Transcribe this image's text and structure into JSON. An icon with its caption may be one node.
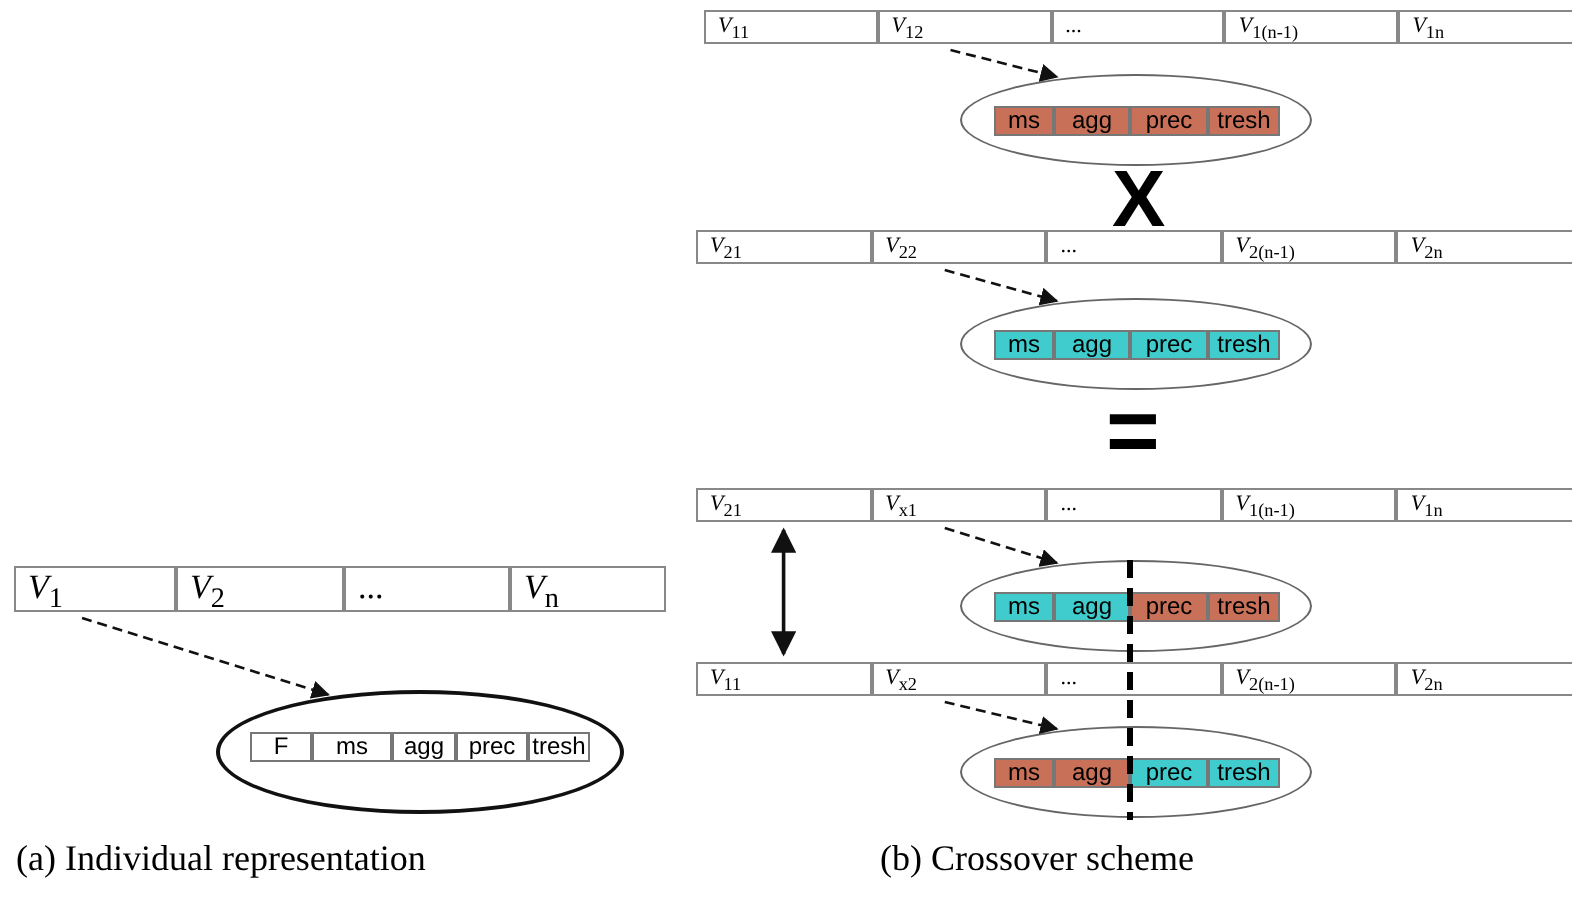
{
  "diagram": {
    "nodes": [
      {
        "text": [
          "*V*$_{1}$"
        ]
      },
      {
        "text": [
          "*V*$_{2}$"
        ]
      },
      {
        "text": [
          "..."
        ]
      },
      {
        "text": [
          "*V*$_{n}$"
        ]
      },
      {
        "text": [],
        "shape": "ellipse"
      },
      {
        "text": [
          "F"
        ],
        "in": 4
      },
      {
        "text": [
          "ms"
        ],
        "in": 4
      },
      {
        "text": [
          "agg"
        ],
        "in": 4
      },
      {
        "text": [
          "prec"
        ],
        "in": 4
      },
      {
        "text": [
          "tresh"
        ],
        "in": 4
      },
      {
        "text": [
          "*V*$_{11}$"
        ]
      },
      {
        "text": [
          "*V*$_{12}$"
        ]
      },
      {
        "text": [
          "..."
        ]
      },
      {
        "text": [
          "*V*$_{1(n-1)}$"
        ]
      },
      {
        "text": [
          "*V*$_{1n}$"
        ]
      },
      {
        "text": [],
        "shape": "ellipse"
      },
      {
        "text": [
          "ms"
        ],
        "in": 15
      },
      {
        "text": [
          "agg"
        ],
        "in": 15
      },
      {
        "text": [
          "prec"
        ],
        "in": 15
      },
      {
        "text": [
          "tresh"
        ],
        "in": 15
      },
      {
        "text": [
          "*V*$_{21}$"
        ]
      },
      {
        "text": [
          "*V*$_{22}$"
        ]
      },
      {
        "text": [
          "..."
        ]
      },
      {
        "text": [
          "*V*$_{2(n-1)}$"
        ]
      },
      {
        "text": [
          "*V*$_{2n}$"
        ]
      },
      {
        "text": [],
        "shape": "ellipse"
      },
      {
        "text": [
          "ms"
        ],
        "in": 25
      },
      {
        "text": [
          "agg"
        ],
        "in": 25
      },
      {
        "text": [
          "prec"
        ],
        "in": 25
      },
      {
        "text": [
          "tresh"
        ],
        "in": 25
      },
      {
        "text": [
          "*V*$_{21}$"
        ]
      },
      {
        "text": [
          "*V*$_{x1}$"
        ]
      },
      {
        "text": [
          "..."
        ]
      },
      {
        "text": [
          "*V*$_{1(n-1)}$"
        ]
      },
      {
        "text": [
          "*V*$_{1n}$"
        ]
      },
      {
        "text": [],
        "shape": "ellipse"
      },
      {
        "text": [
          "ms"
        ],
        "in": 35
      },
      {
        "text": [
          "agg"
        ],
        "in": 35
      },
      {
        "text": [
          "prec"
        ],
        "in": 35
      },
      {
        "text": [
          "tresh"
        ],
        "in": 35
      },
      {
        "text": [
          "*V*$_{11}$"
        ]
      },
      {
        "text": [
          "*V*$_{x2}$"
        ]
      },
      {
        "text": [
          "..."
        ]
      },
      {
        "text": [
          "*V*$_{2(n-1)}$"
        ]
      },
      {
        "text": [
          "*V*$_{2n}$"
        ]
      },
      {
        "text": [],
        "shape": "ellipse"
      },
      {
        "text": [
          "ms"
        ],
        "in": 45
      },
      {
        "text": [
          "agg"
        ],
        "in": 45
      },
      {
        "text": [
          "prec"
        ],
        "in": 45
      },
      {
        "text": [
          "tresh"
        ],
        "in": 45
      }
    ],
    "edges": [
      {
        "from": 0,
        "to": 4,
        "arrow": "to",
        "style": "dashed"
      },
      {
        "from": 11,
        "to": 15,
        "arrow": "to",
        "style": "dashed"
      },
      {
        "from": 21,
        "to": 25,
        "arrow": "to",
        "style": "dashed"
      },
      {
        "from": 31,
        "to": 35,
        "arrow": "to",
        "style": "dashed"
      },
      {
        "from": 41,
        "to": 45,
        "arrow": "to",
        "style": "dashed"
      },
      {
        "from": 30,
        "to": 40,
        "arrow": "both"
      }
    ],
    "labels": [
      "X",
      "=",
      "(a) Individual representation",
      "(b) Crossover scheme"
    ]
  }
}
